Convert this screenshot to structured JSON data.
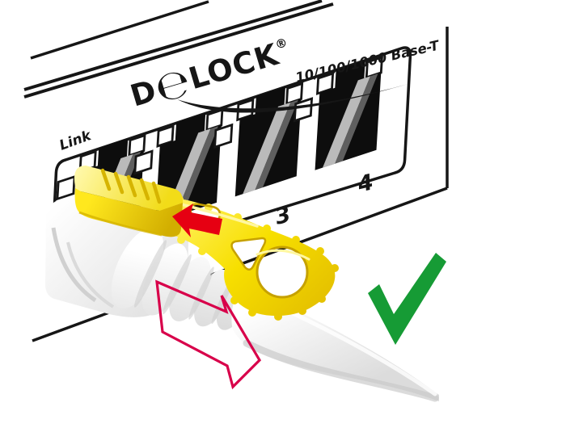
{
  "illustration": {
    "brand": {
      "d": "D",
      "e": "℮",
      "lock": "LOCK",
      "registered": "®",
      "full_name": "DELOCK"
    },
    "panel_label": "10/100/1000 Base-T",
    "link_label": "Link",
    "ports": [
      {
        "number": "3"
      },
      {
        "number": "4"
      }
    ],
    "icons": {
      "checkmark": "green-checkmark-icon",
      "insert_arrow": "red-solid-arrow-icon",
      "pull_arrow": "red-outline-arrow-icon"
    },
    "colors": {
      "outline_black": "#161616",
      "lock_yellow": "#f7df00",
      "arrow_red": "#e60012",
      "arrow_outline_crimson": "#d8004a",
      "check_green": "#169b35"
    }
  }
}
